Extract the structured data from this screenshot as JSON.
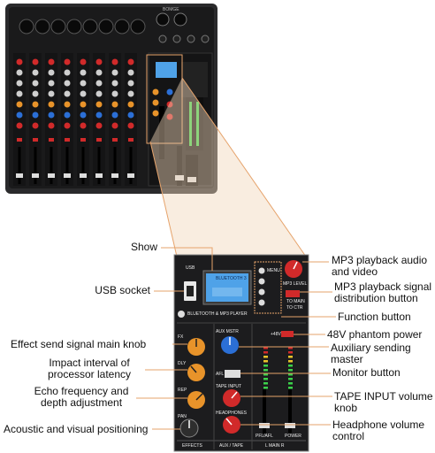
{
  "device": {
    "brand": "BOMGE",
    "lcd_text": "BLUETOOTH 3",
    "bt_label": "BLUETOOTH & MP3 PLAYER",
    "usb_label": "USB",
    "mp3_level": "MP3 LEVEL",
    "to_main": "TO MAIN",
    "to_ctr": "TO CTR",
    "menu_btn": "MENU",
    "fx_label": "FX",
    "dly_label": "DLY",
    "rep_label": "REP",
    "pan_label": "PAN",
    "aux_label": "AUX MSTR",
    "afl_label": "AFL",
    "tape_label": "TAPE INPUT",
    "headphones_label": "HEADPHONES",
    "phantom": "+48V",
    "effects_footer": "EFFECTS",
    "aux_tape_footer": "AUX / TAPE",
    "main_footer": "L MAIN R",
    "pfl_afl": "PFL/AFL",
    "power": "POWER"
  },
  "callouts": {
    "show": "Show",
    "usb_socket": "USB socket",
    "effect_send": "Effect send signal main knob",
    "impact_interval": "Impact interval of processor latency",
    "echo_freq": "Echo frequency and depth adjustment",
    "acoustic": "Acoustic and visual positioning",
    "mp3_playback": "MP3 playback audio and video",
    "mp3_signal": "MP3 playback signal distribution button",
    "function_button": "Function button",
    "phantom_power": "48V phantom power",
    "aux_master": "Auxiliary sending master",
    "monitor_button": "Monitor button",
    "tape_input": "TAPE INPUT volume knob",
    "headphone_volume": "Headphone volume control"
  },
  "colors": {
    "panel": "#1c1c1e",
    "fx_knob": "#e8932a",
    "aux_knob": "#2b6fd6",
    "red_knob": "#d12a2a",
    "lcd": "#4fa2e8",
    "callout_line": "#e6a36b"
  }
}
